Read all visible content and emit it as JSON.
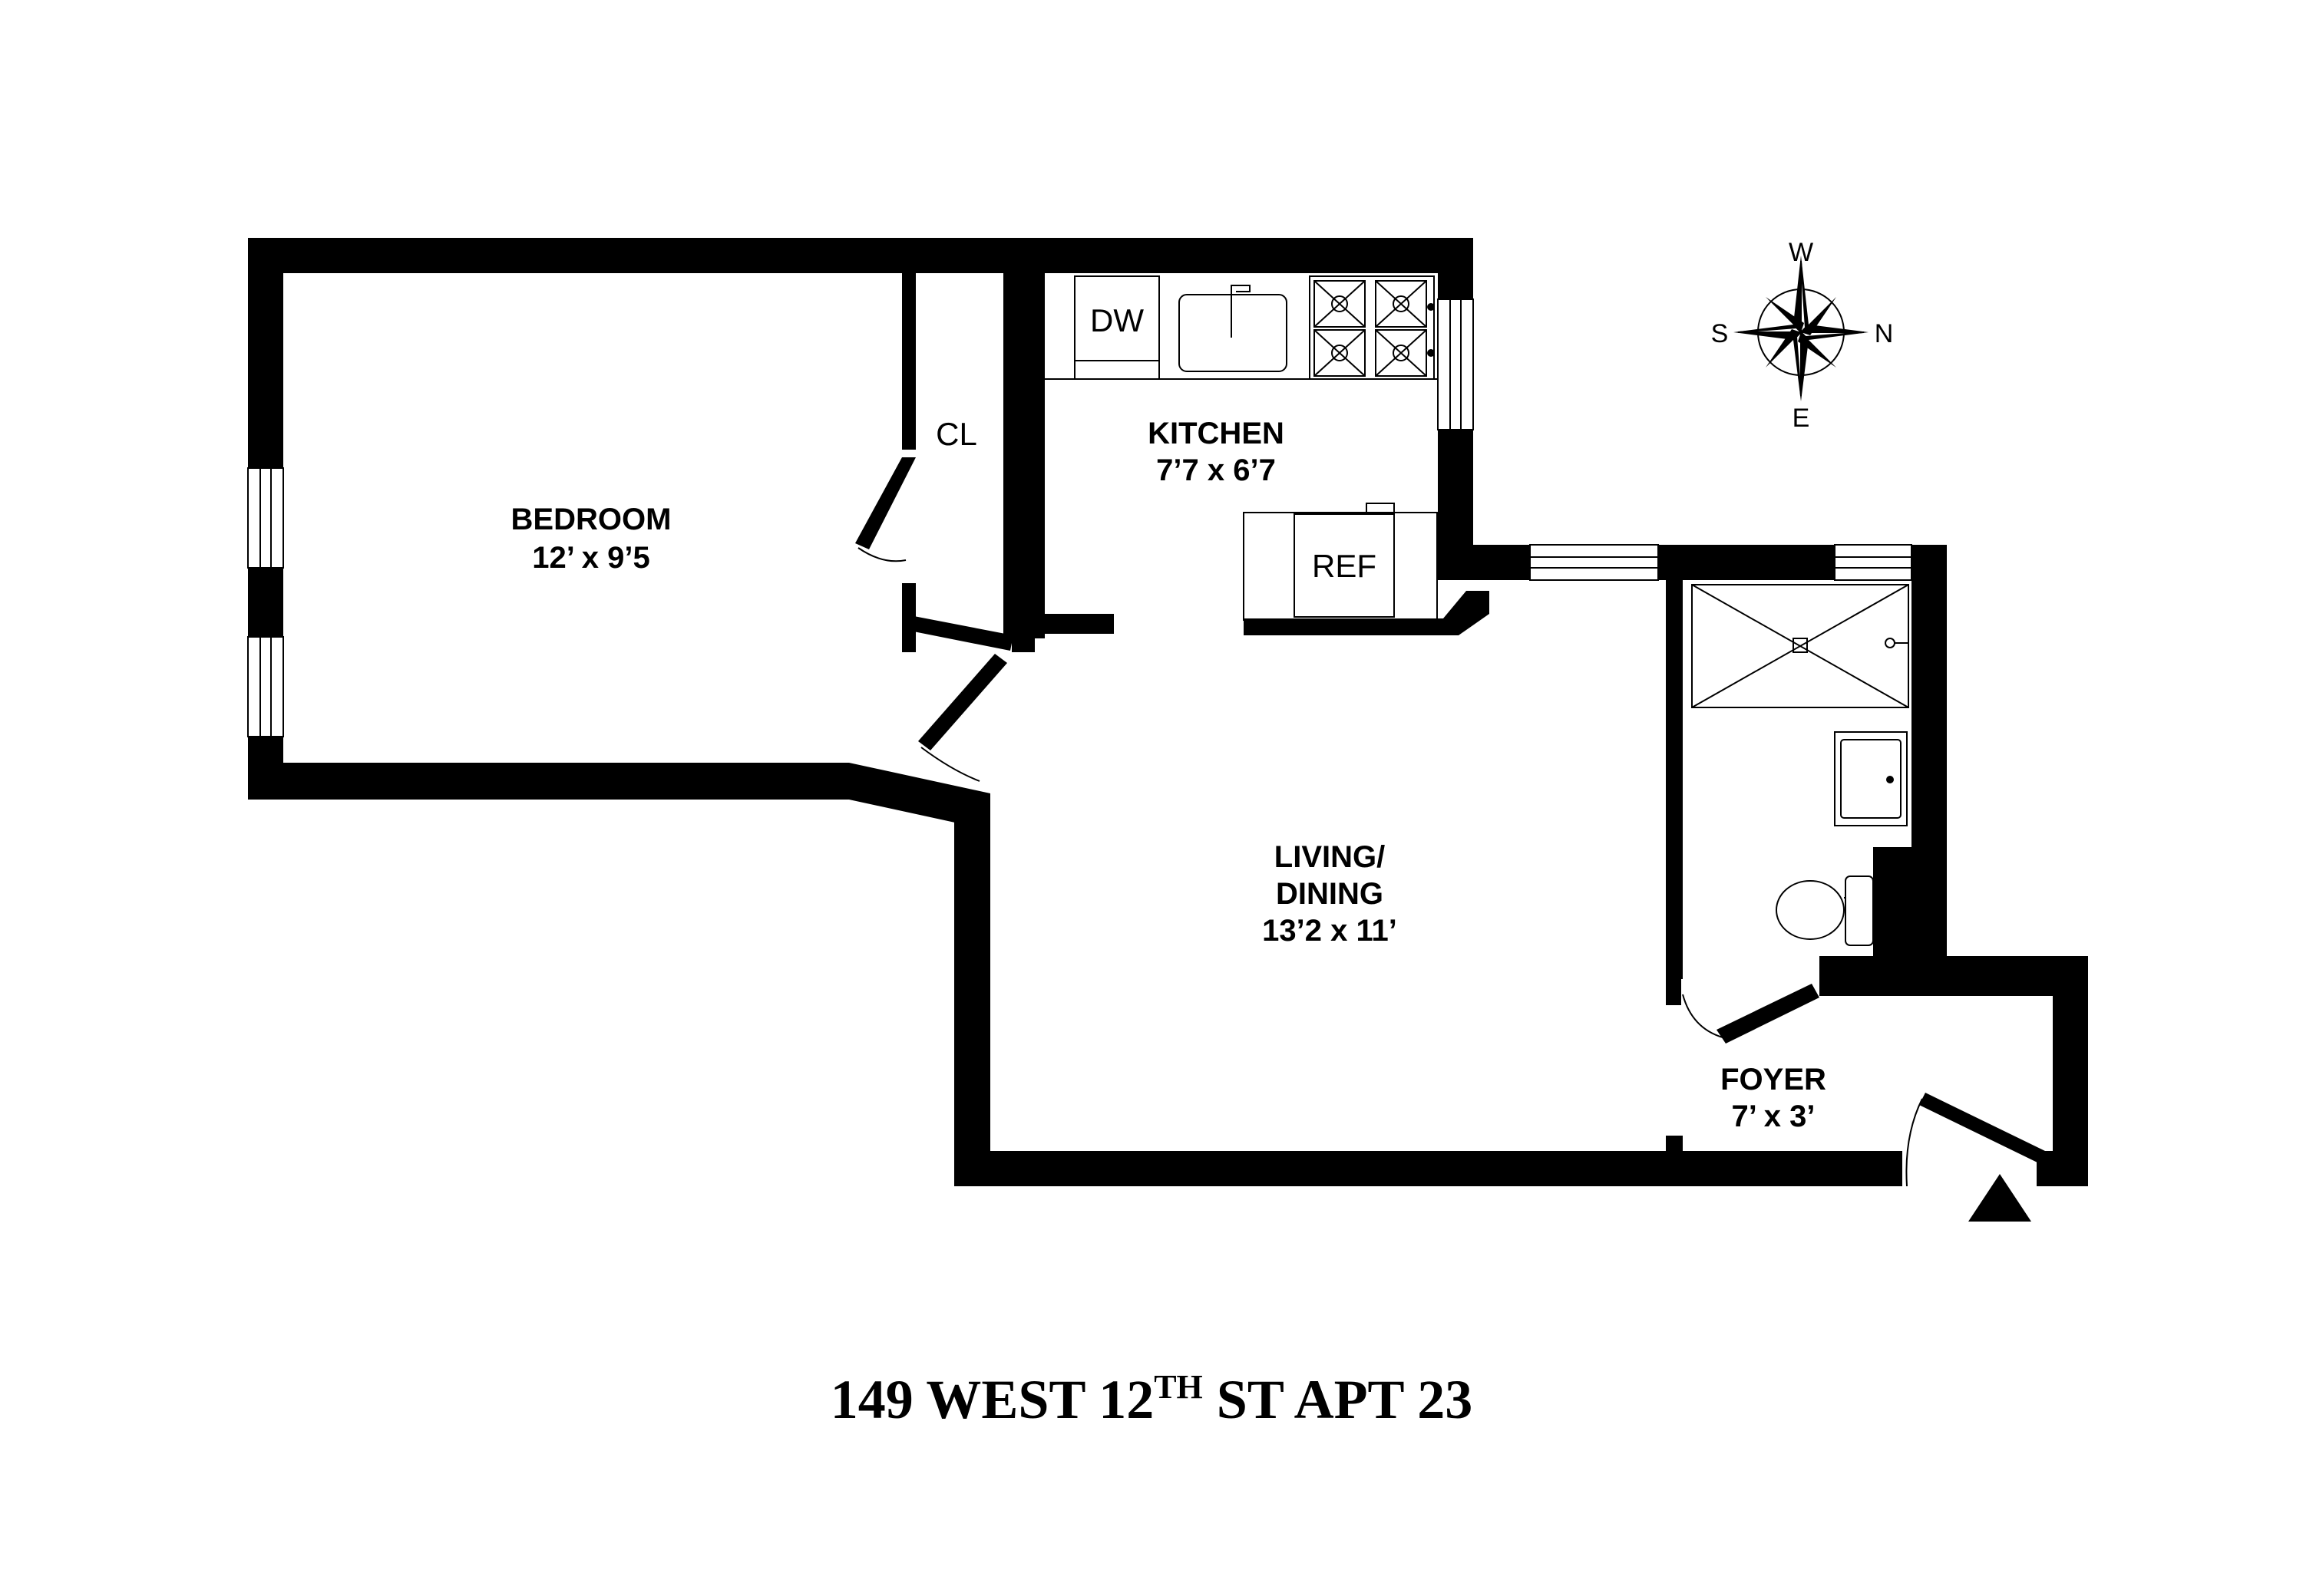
{
  "title": {
    "main": "149 WEST 12",
    "superscript": "TH",
    "rest": " ST APT 23"
  },
  "rooms": [
    {
      "id": "bedroom",
      "name": "BEDROOM",
      "dimensions": "12’ x 9’5"
    },
    {
      "id": "kitchen",
      "name": "KITCHEN",
      "dimensions": "7’7 x 6’7"
    },
    {
      "id": "living",
      "name_line1": "LIVING/",
      "name_line2": "DINING",
      "dimensions": "13’2 x 11’"
    },
    {
      "id": "foyer",
      "name": "FOYER",
      "dimensions": "7’ x 3’"
    }
  ],
  "fixtures": {
    "closet": "CL",
    "dishwasher": "DW",
    "refrigerator": "REF"
  },
  "compass": {
    "north": "N",
    "south": "S",
    "east": "E",
    "west": "W"
  },
  "colors": {
    "wall": "#000000",
    "background": "#ffffff"
  }
}
